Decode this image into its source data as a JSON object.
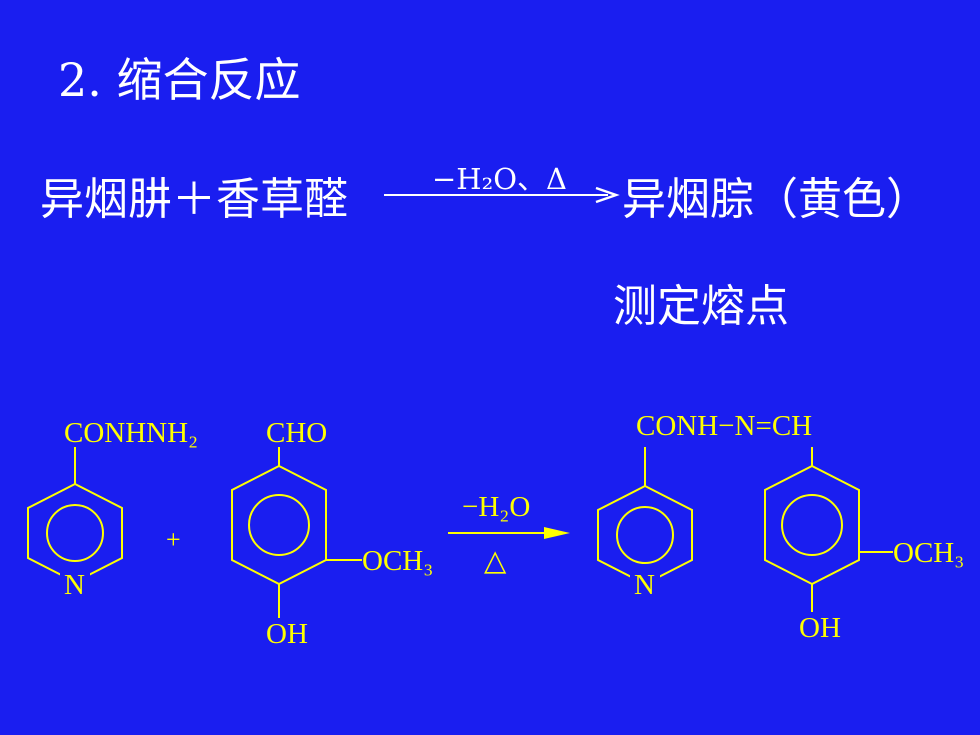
{
  "title": "2. 缩合反应",
  "equation": {
    "reactants": "异烟肼＋香草醛",
    "condition": "−H₂O、Δ",
    "product": "异烟腙（黄色）",
    "note": "测定熔点"
  },
  "scheme": {
    "isoniazid_group": "CONHNH₂",
    "ring_n_label": "N",
    "vanillin_group": "CHO",
    "methoxy_label": "OCH₃",
    "hydroxy_label": "OH",
    "plus_sign": "+",
    "arrow_top": "−H₂O",
    "arrow_bottom": "△",
    "product_group": "CONH−N=CH"
  },
  "colors": {
    "background": "#1a1ef0",
    "text": "#ffffff",
    "structure": "#ffff00"
  }
}
